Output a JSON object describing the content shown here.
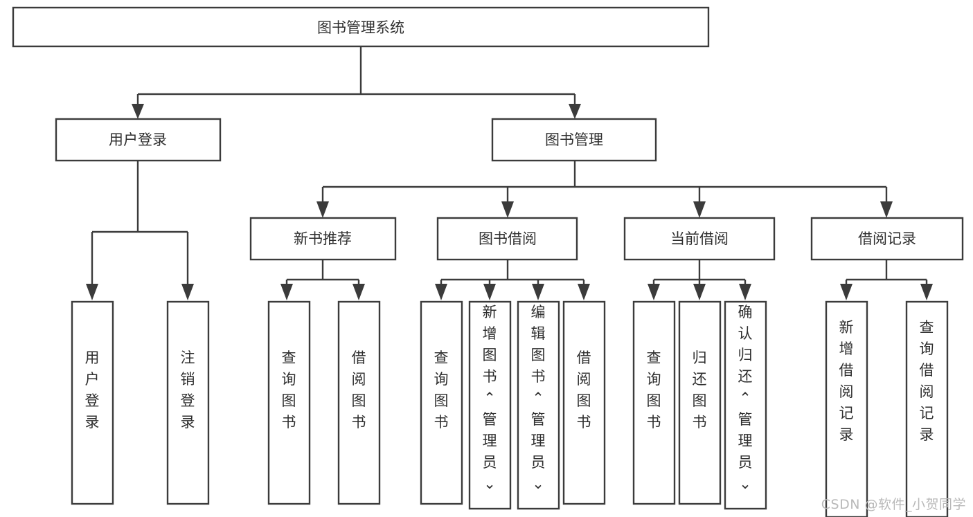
{
  "diagram": {
    "type": "tree",
    "orientation": "top-down",
    "title": "图书管理系统",
    "watermark": "CSDN @软件_小贺同学",
    "colors": {
      "box_fill": "#ffffff",
      "box_stroke": "#3b3b3b",
      "text": "#2e2e2e",
      "background": "#ffffff",
      "watermark": "#b9b9b9"
    },
    "root": {
      "label": "图书管理系统"
    },
    "level2": [
      {
        "label": "用户登录"
      },
      {
        "label": "图书管理"
      }
    ],
    "level3": [
      {
        "label": "新书推荐"
      },
      {
        "label": "图书借阅"
      },
      {
        "label": "当前借阅"
      },
      {
        "label": "借阅记录"
      }
    ],
    "leaves": {
      "user_login": [
        {
          "label": "用户登录"
        },
        {
          "label": "注销登录"
        }
      ],
      "new_book_recommend": [
        {
          "label": "查询图书"
        },
        {
          "label": "借阅图书"
        }
      ],
      "book_borrow": [
        {
          "label": "查询图书"
        },
        {
          "label": "新增图书（管理员）"
        },
        {
          "label": "编辑图书（管理员）"
        },
        {
          "label": "借阅图书"
        }
      ],
      "current_borrow": [
        {
          "label": "查询图书"
        },
        {
          "label": "归还图书"
        },
        {
          "label": "确认归还（管理员）"
        }
      ],
      "borrow_record": [
        {
          "label": "新增借阅记录"
        },
        {
          "label": "查询借阅记录"
        }
      ]
    }
  }
}
